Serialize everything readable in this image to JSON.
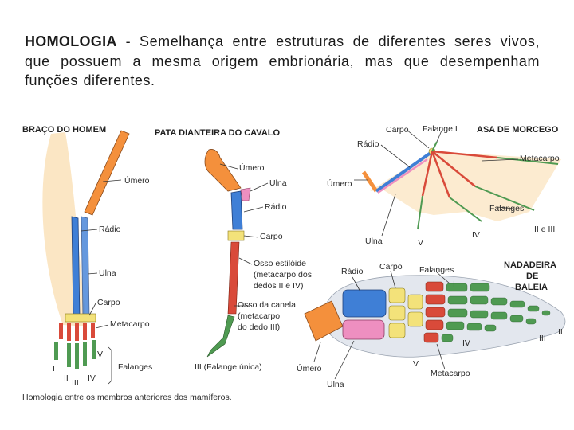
{
  "heading": {
    "term": "HOMOLOGIA",
    "definition": " - Semelhança entre estruturas de diferentes seres vivos, que possuem a mesma origem embrionária, mas que desempenham funções diferentes."
  },
  "figure": {
    "caption": "Homologia entre os membros anteriores dos mamíferos.",
    "human": {
      "title": "BRAÇO DO HOMEM",
      "labels": [
        "Úmero",
        "Rádio",
        "Ulna",
        "Carpo",
        "Metacarpo",
        "Falanges",
        "I",
        "II",
        "III",
        "IV",
        "V"
      ]
    },
    "horse": {
      "title": "PATA DIANTEIRA DO CAVALO",
      "labels": [
        "Úmero",
        "Ulna",
        "Rádio",
        "Carpo",
        "Osso estilóide",
        "(metacarpo dos",
        "dedos II e IV)",
        "Osso da canela",
        "(metacarpo",
        "do dedo III)",
        "III (Falange única)"
      ]
    },
    "bat": {
      "title": "ASA DE MORCEGO",
      "labels": [
        "Carpo",
        "Falange I",
        "Rádio",
        "Metacarpo",
        "Úmero",
        "Falanges",
        "Ulna",
        "V",
        "IV",
        "II e III"
      ]
    },
    "whale": {
      "title": [
        "NADADEIRA",
        "DE",
        "BALEIA"
      ],
      "labels": [
        "Rádio",
        "Carpo",
        "Falanges",
        "I",
        "II",
        "III",
        "IV",
        "V",
        "Úmero",
        "Ulna",
        "Metacarpo"
      ]
    },
    "colors": {
      "humerus": "#f4903c",
      "radius": "#3f7fd6",
      "ulna": "#ee8fc0",
      "carpal": "#f3e27a",
      "metacarpal": "#d94a3a",
      "phalanx": "#4f9a52",
      "skin": "#fbe6c4"
    }
  }
}
